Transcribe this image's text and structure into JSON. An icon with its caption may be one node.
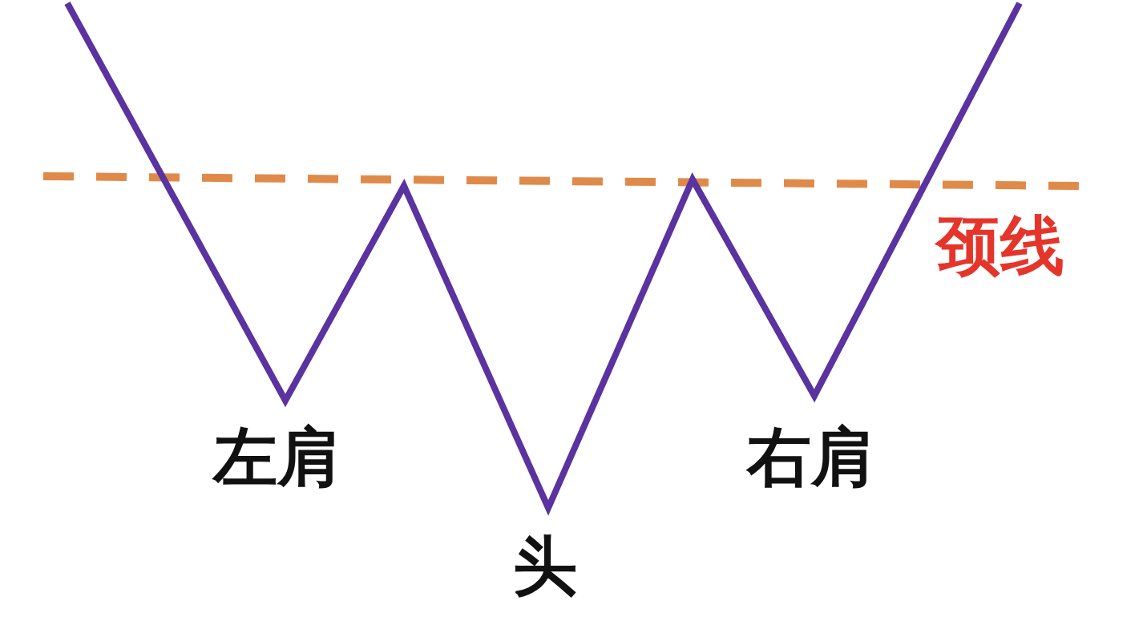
{
  "diagram": {
    "labels": [
      "颈线",
      "左肩",
      "右肩",
      "头"
    ]
  }
}
